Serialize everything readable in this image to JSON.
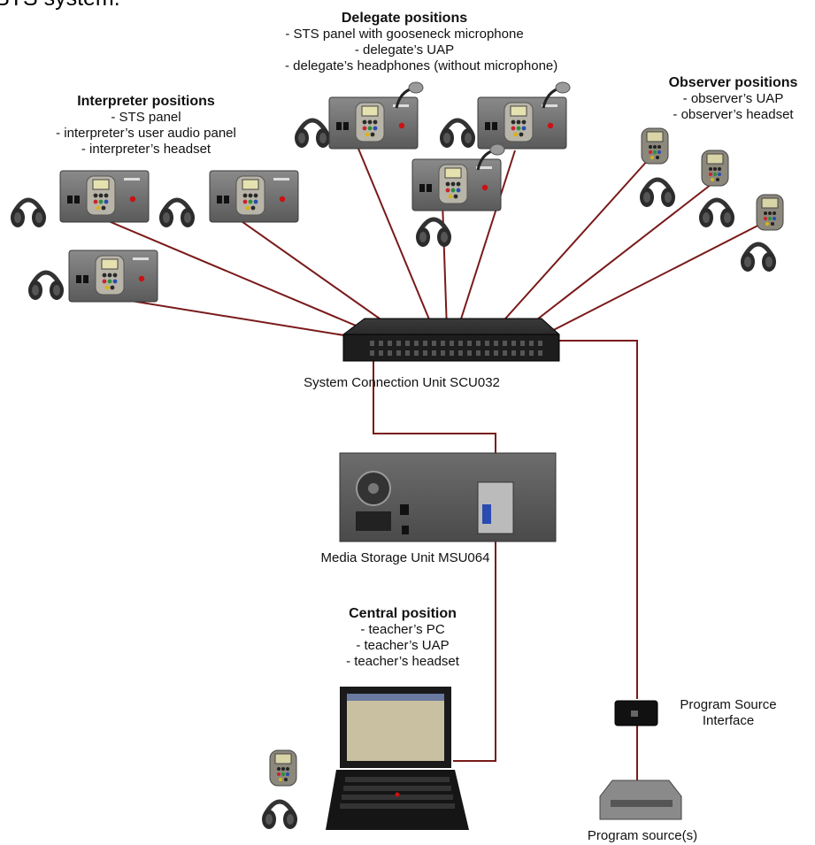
{
  "page_title_fragment": "STS system.",
  "groups": {
    "delegate": {
      "title": "Delegate positions",
      "lines": [
        "- STS panel with gooseneck microphone",
        "- delegate’s UAP",
        "- delegate’s headphones (without microphone)"
      ]
    },
    "interpreter": {
      "title": "Interpreter positions",
      "lines": [
        "- STS panel",
        "- interpreter’s user audio panel",
        "- interpreter’s headset"
      ]
    },
    "observer": {
      "title": "Observer positions",
      "lines": [
        "- observer’s UAP",
        "- observer’s headset"
      ]
    },
    "central": {
      "title": "Central position",
      "lines": [
        "- teacher’s PC",
        "- teacher’s UAP",
        "- teacher’s headset"
      ]
    }
  },
  "devices": {
    "scu_label": "System Connection Unit SCU032",
    "msu_label": "Media Storage Unit MSU064",
    "psi_label_line1": "Program Source",
    "psi_label_line2": "Interface",
    "program_source_label": "Program source(s)"
  },
  "colors": {
    "cable": "#7a1a1a",
    "panel": "#6b6b6b",
    "device_dark": "#1f1f1f"
  }
}
